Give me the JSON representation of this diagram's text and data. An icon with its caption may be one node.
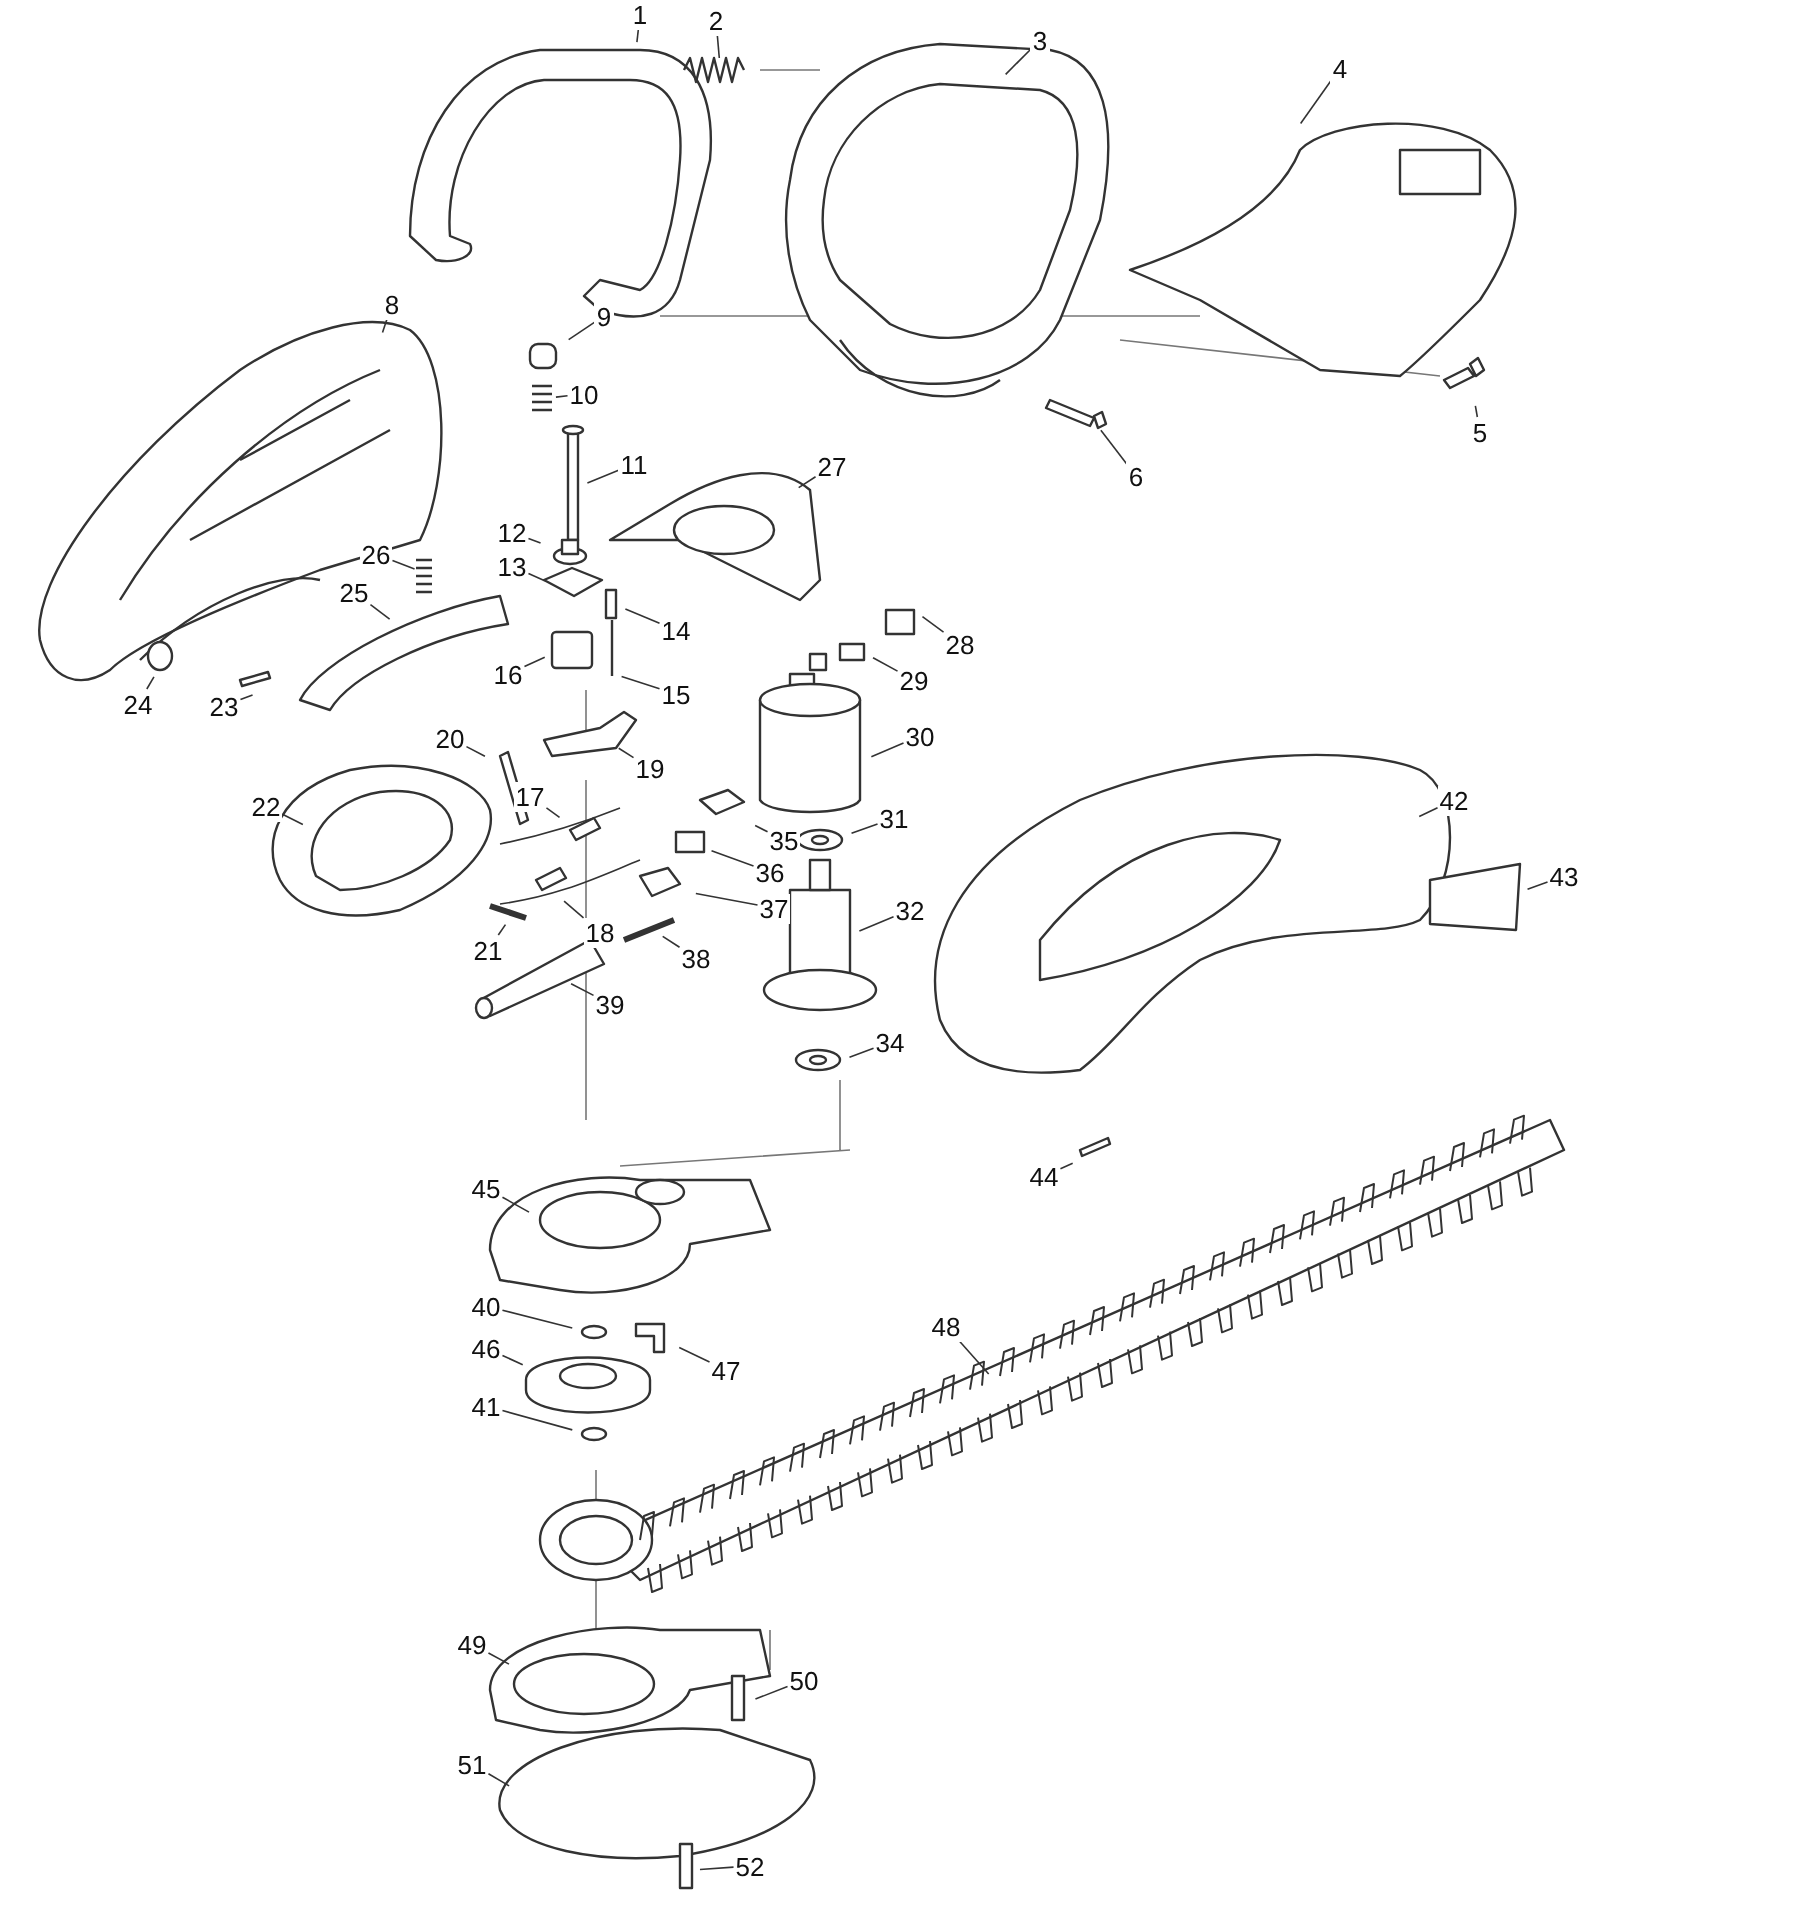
{
  "diagram": {
    "nodes": [
      {
        "text": [
          "1"
        ]
      },
      {
        "text": [
          "2"
        ]
      },
      {
        "text": [
          "3"
        ]
      },
      {
        "text": [
          "4"
        ]
      },
      {
        "text": [
          "5"
        ]
      },
      {
        "text": [
          "6"
        ]
      },
      {
        "text": [
          "8"
        ]
      },
      {
        "text": [
          "9"
        ]
      },
      {
        "text": [
          "10"
        ]
      },
      {
        "text": [
          "11"
        ]
      },
      {
        "text": [
          "12"
        ]
      },
      {
        "text": [
          "13"
        ]
      },
      {
        "text": [
          "14"
        ]
      },
      {
        "text": [
          "15"
        ]
      },
      {
        "text": [
          "16"
        ]
      },
      {
        "text": [
          "17"
        ]
      },
      {
        "text": [
          "18"
        ]
      },
      {
        "text": [
          "19"
        ]
      },
      {
        "text": [
          "20"
        ]
      },
      {
        "text": [
          "21"
        ]
      },
      {
        "text": [
          "22"
        ]
      },
      {
        "text": [
          "23"
        ]
      },
      {
        "text": [
          "24"
        ]
      },
      {
        "text": [
          "25"
        ]
      },
      {
        "text": [
          "26"
        ]
      },
      {
        "text": [
          "27"
        ]
      },
      {
        "text": [
          "28"
        ]
      },
      {
        "text": [
          "29"
        ]
      },
      {
        "text": [
          "30"
        ]
      },
      {
        "text": [
          "31"
        ]
      },
      {
        "text": [
          "32"
        ]
      },
      {
        "text": [
          "34"
        ]
      },
      {
        "text": [
          "35"
        ]
      },
      {
        "text": [
          "36"
        ]
      },
      {
        "text": [
          "37"
        ]
      },
      {
        "text": [
          "38"
        ]
      },
      {
        "text": [
          "39"
        ]
      },
      {
        "text": [
          "40"
        ]
      },
      {
        "text": [
          "41"
        ]
      },
      {
        "text": [
          "42"
        ]
      },
      {
        "text": [
          "43"
        ]
      },
      {
        "text": [
          "44"
        ]
      },
      {
        "text": [
          "45"
        ]
      },
      {
        "text": [
          "46"
        ]
      },
      {
        "text": [
          "47"
        ]
      },
      {
        "text": [
          "48"
        ]
      },
      {
        "text": [
          "49"
        ]
      },
      {
        "text": [
          "50"
        ]
      },
      {
        "text": [
          "51"
        ]
      },
      {
        "text": [
          "52"
        ]
      }
    ],
    "edges": [
      {
        "from": 0,
        "to": null,
        "arrow": "none"
      },
      {
        "from": 1,
        "to": null,
        "arrow": "none"
      },
      {
        "from": 2,
        "to": null,
        "arrow": "none"
      },
      {
        "from": 3,
        "to": null,
        "arrow": "none"
      },
      {
        "from": 4,
        "to": null,
        "arrow": "none"
      },
      {
        "from": 5,
        "to": null,
        "arrow": "none"
      },
      {
        "from": 6,
        "to": null,
        "arrow": "none"
      },
      {
        "from": 7,
        "to": null,
        "arrow": "none"
      },
      {
        "from": 8,
        "to": null,
        "arrow": "none"
      },
      {
        "from": 9,
        "to": null,
        "arrow": "none"
      },
      {
        "from": 10,
        "to": null,
        "arrow": "none"
      },
      {
        "from": 11,
        "to": null,
        "arrow": "none"
      },
      {
        "from": 12,
        "to": null,
        "arrow": "none"
      },
      {
        "from": 13,
        "to": null,
        "arrow": "none"
      },
      {
        "from": 14,
        "to": null,
        "arrow": "none"
      },
      {
        "from": 15,
        "to": null,
        "arrow": "none"
      },
      {
        "from": 16,
        "to": null,
        "arrow": "none"
      },
      {
        "from": 17,
        "to": null,
        "arrow": "none"
      },
      {
        "from": 18,
        "to": null,
        "arrow": "none"
      },
      {
        "from": 19,
        "to": null,
        "arrow": "none"
      },
      {
        "from": 20,
        "to": null,
        "arrow": "none"
      },
      {
        "from": 21,
        "to": null,
        "arrow": "none"
      },
      {
        "from": 22,
        "to": null,
        "arrow": "none"
      },
      {
        "from": 23,
        "to": null,
        "arrow": "none"
      },
      {
        "from": 24,
        "to": null,
        "arrow": "none"
      },
      {
        "from": 25,
        "to": null,
        "arrow": "none"
      },
      {
        "from": 26,
        "to": null,
        "arrow": "none"
      },
      {
        "from": 27,
        "to": null,
        "arrow": "none"
      },
      {
        "from": 28,
        "to": null,
        "arrow": "none"
      },
      {
        "from": 29,
        "to": null,
        "arrow": "none"
      },
      {
        "from": 30,
        "to": null,
        "arrow": "none"
      },
      {
        "from": 31,
        "to": null,
        "arrow": "none"
      },
      {
        "from": 32,
        "to": null,
        "arrow": "none"
      },
      {
        "from": 33,
        "to": null,
        "arrow": "none"
      },
      {
        "from": 34,
        "to": null,
        "arrow": "none"
      },
      {
        "from": 35,
        "to": null,
        "arrow": "none"
      },
      {
        "from": 36,
        "to": null,
        "arrow": "none"
      },
      {
        "from": 37,
        "to": null,
        "arrow": "none"
      },
      {
        "from": 38,
        "to": null,
        "arrow": "none"
      },
      {
        "from": 39,
        "to": null,
        "arrow": "none"
      },
      {
        "from": 40,
        "to": null,
        "arrow": "none"
      },
      {
        "from": 41,
        "to": null,
        "arrow": "none"
      },
      {
        "from": 42,
        "to": null,
        "arrow": "none"
      },
      {
        "from": 43,
        "to": null,
        "arrow": "none"
      },
      {
        "from": 44,
        "to": null,
        "arrow": "none"
      },
      {
        "from": 45,
        "to": null,
        "arrow": "none"
      },
      {
        "from": 46,
        "to": null,
        "arrow": "none"
      },
      {
        "from": 47,
        "to": null,
        "arrow": "none"
      },
      {
        "from": 48,
        "to": null,
        "arrow": "none"
      },
      {
        "from": 49,
        "to": null,
        "arrow": "none"
      }
    ]
  }
}
